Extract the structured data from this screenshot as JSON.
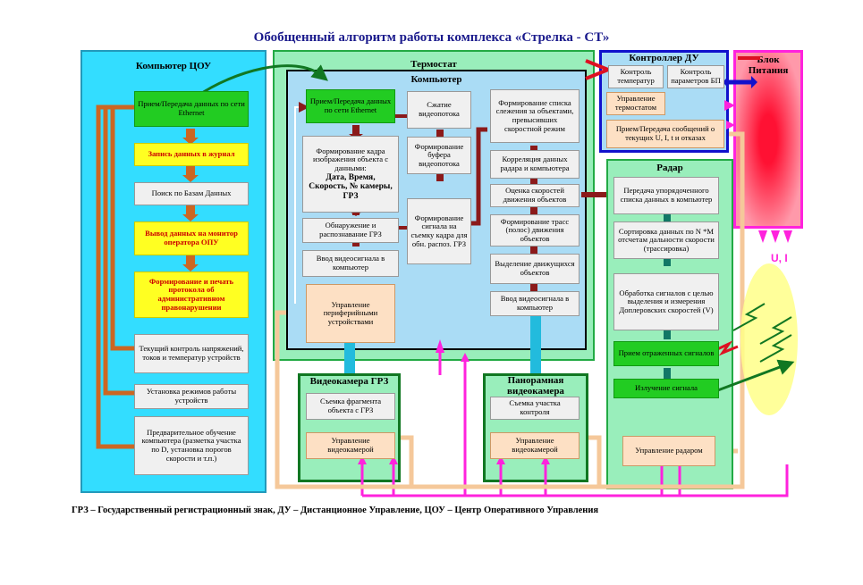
{
  "title": "Обобщенный алгоритм работы комплекса «Стрелка - СТ»",
  "legend": "ГРЗ – Государственный регистрационный знак,  ДУ – Дистанционное Управление,     ЦОУ – Центр Оперативного Управления",
  "cou": {
    "title": "Компьютер ЦОУ",
    "items": [
      "Прием/Передача  данных по сети Ethernet",
      "Запись  данных в журнал",
      "Поиск по Базам Данных",
      "Вывод данных на монитор оператора ОПУ",
      "Формирование  и печать протокола об административном правонарушении",
      "Текущий контроль напряжений, токов и температур  устройств",
      "Установка режимов работы устройств",
      "Предварительное обучение компьютера (разметка участка по D, установка порогов скорости и т.п.)"
    ]
  },
  "thermostat": {
    "title": "Термостат"
  },
  "computer": {
    "title": "Компьютер",
    "left": [
      "Прием/Передача данных по сети Ethernet",
      "Формирование кадра изображения объекта с данными:",
      "Дата, Время, Скорость, № камеры, ГРЗ",
      "Обнаружение и распознавание ГРЗ",
      "Ввод видеосигнала в компьютер",
      "Управление периферийными устройствами"
    ],
    "middle": [
      "Сжатие видеопотока",
      "Формирование буфера видеопотока",
      "Формирование сигнала на съемку кадра для обн. распоз. ГРЗ"
    ],
    "right": [
      "Формирование списка слежения за объектами, превысивших скоростной режим",
      "Корреляция данных радара и компьютера",
      "Оценка скоростей движения объектов",
      "Формирование трасс (полос) движения объектов",
      "Выделение движущихся объектов",
      "Ввод видеосигнала в компьютер"
    ]
  },
  "controller": {
    "title": "Контроллер ДУ",
    "items": [
      "Контроль температур",
      "Контроль параметров БП",
      "Управление термостатом",
      "Прием/Передача сообщений о текущих U, I, t и отказах"
    ]
  },
  "power": {
    "title": "Блок Питания",
    "label": "U, I"
  },
  "radar": {
    "title": "Радар",
    "items": [
      "Передача упорядоченного списка данных в компьютер",
      "Сортировка данных по N *M отсчетам дальности скорости (трассировка)",
      "Обработка сигналов с целью выделения и измерения Доплеровских скоростей (V)",
      "Прием отраженных сигналов",
      "Излучение сигнала",
      "Управление радаром"
    ]
  },
  "cam1": {
    "title": "Видеокамера ГРЗ",
    "items": [
      "Съемка фрагмента объекта с ГРЗ",
      "Управление видеокамерой"
    ]
  },
  "cam2": {
    "title": "Панорамная видеокамера",
    "items": [
      "Съемка участка контроля",
      "Управление видеокамерой"
    ]
  },
  "colors": {
    "cou_bg": "#33ddff",
    "thermo_bg": "#99eebb",
    "computer_bg": "#aadcf5",
    "radar_bg": "#99eebb",
    "controller_bg": "#aadcf5",
    "power_bg": "#ff3355",
    "magenta": "#ff22dd",
    "arrow_dark": "#8b1a1a",
    "arrow_orange": "#cc6622"
  }
}
